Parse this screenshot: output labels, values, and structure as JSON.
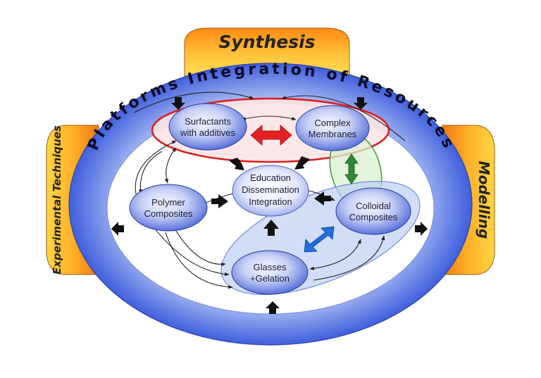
{
  "ring": {
    "title": "Platforms Integration of Resources"
  },
  "tabs": {
    "top": "Synthesis",
    "left": "Experimental Techniques",
    "right": "Modelling"
  },
  "nodes": {
    "surfactants": [
      "Surfactants",
      "with additives"
    ],
    "membranes": [
      "Complex",
      "Membranes"
    ],
    "education": [
      "Education",
      "Dissemination",
      "Integration"
    ],
    "polymer": [
      "Polymer",
      "Composites"
    ],
    "colloidal": [
      "Colloidal",
      "Composites"
    ],
    "glasses": [
      "Glasses",
      "+Gelation"
    ]
  },
  "colors": {
    "ring_blue": "#5a78e6",
    "tab_orange": "#f58a1e",
    "tab_yellow": "#ffcf33",
    "node_blue": "#4561d8",
    "red_arrow": "#e22222",
    "green_arrow": "#2e8a2e",
    "blue_arrow": "#1f6fe0"
  }
}
